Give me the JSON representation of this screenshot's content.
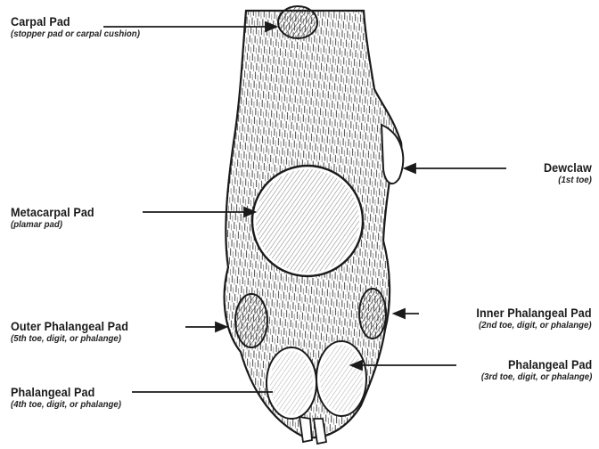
{
  "labels": {
    "carpal": {
      "name": "Carpal Pad",
      "sub": "(stopper pad or carpal cushion)"
    },
    "dewclaw": {
      "name": "Dewclaw",
      "sub": "(1st toe)"
    },
    "metacarpal": {
      "name": "Metacarpal Pad",
      "sub": "(plamar pad)"
    },
    "outer_phalangeal": {
      "name": "Outer Phalangeal Pad",
      "sub": "(5th toe, digit, or phalange)"
    },
    "inner_phalangeal": {
      "name": "Inner Phalangeal Pad",
      "sub": "(2nd toe, digit, or phalange)"
    },
    "phalangeal_3rd": {
      "name": "Phalangeal Pad",
      "sub": "(3rd toe, digit, or phalange)"
    },
    "phalangeal_4th": {
      "name": "Phalangeal Pad",
      "sub": "(4th toe, digit, or phalange)"
    }
  },
  "colors": {
    "ink": "#1a1a1a",
    "paper": "#ffffff",
    "pad_shade": "#6b6b6b"
  }
}
